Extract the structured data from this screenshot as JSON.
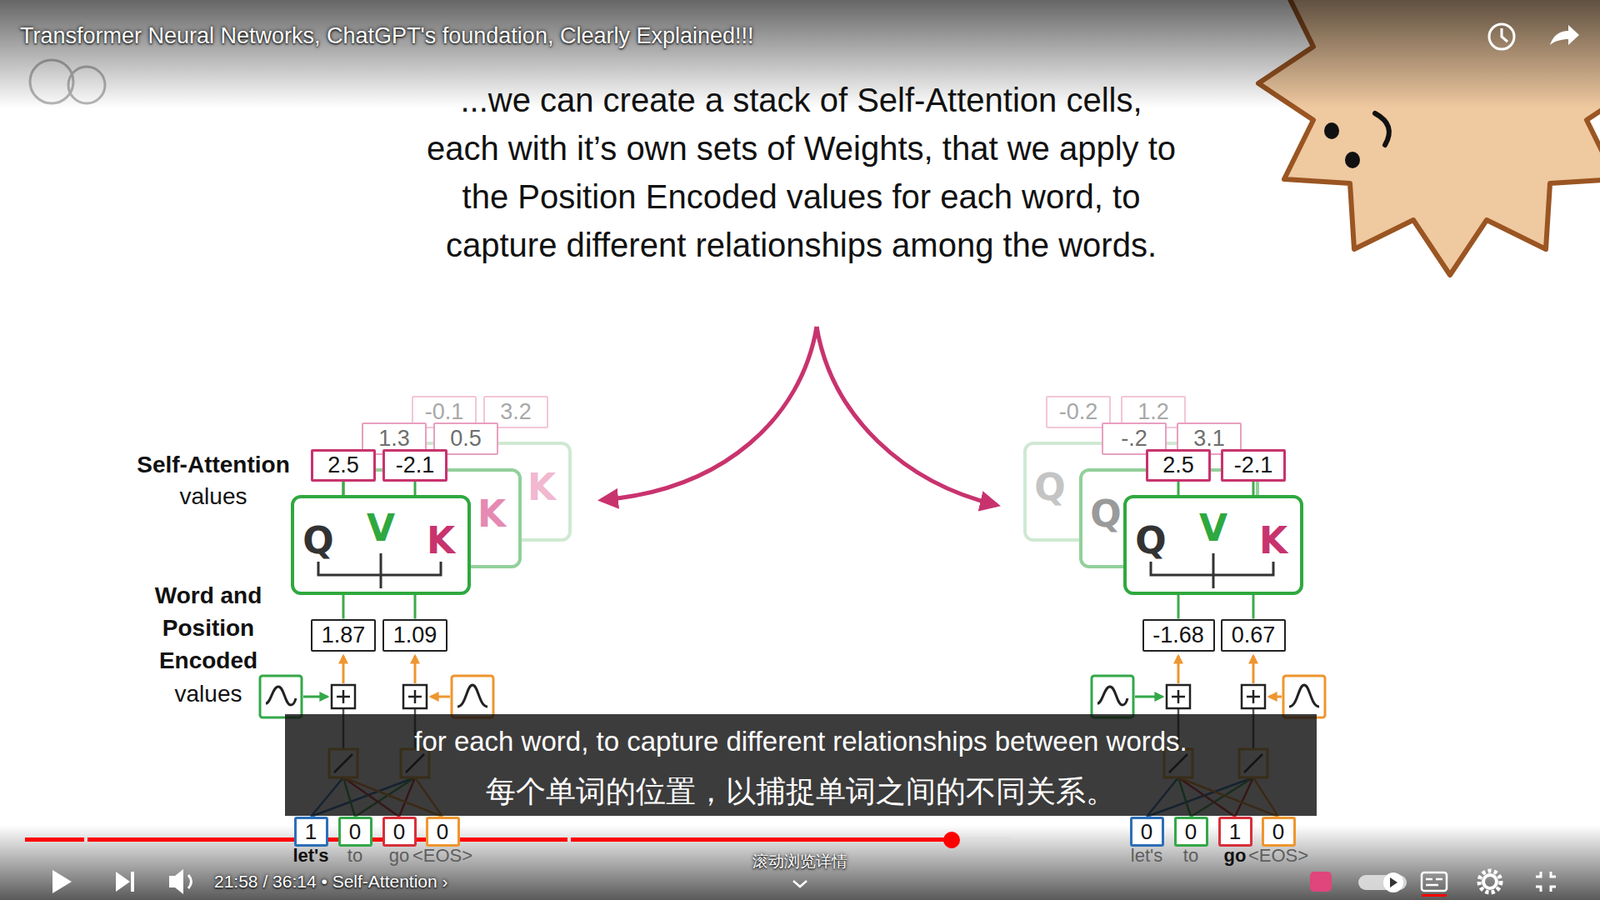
{
  "diagram": {
    "title": "...we can create a stack of Self-Attention cells, each with it’s own sets of Weights, that we apply to the Position Encoded values for each word, to capture different relationships among the words.",
    "nodes": [
      {
        "text": [
          "K"
        ]
      },
      {
        "text": [
          "K"
        ]
      },
      {
        "text": [
          "Q",
          "V",
          "K"
        ]
      },
      {
        "text": [
          "-0.1"
        ]
      },
      {
        "text": [
          "3.2"
        ]
      },
      {
        "text": [
          "1.3"
        ]
      },
      {
        "text": [
          "0.5"
        ]
      },
      {
        "text": [
          "2.5"
        ]
      },
      {
        "text": [
          "-2.1"
        ]
      },
      {
        "text": [
          "1.87"
        ]
      },
      {
        "text": [
          "1.09"
        ]
      },
      {
        "text": [
          "1"
        ]
      },
      {
        "text": [
          "0"
        ]
      },
      {
        "text": [
          "0"
        ]
      },
      {
        "text": [
          "0"
        ]
      },
      {
        "text": [
          "Q"
        ]
      },
      {
        "text": [
          "Q"
        ]
      },
      {
        "text": [
          "Q",
          "V",
          "K"
        ]
      },
      {
        "text": [
          "-0.2"
        ]
      },
      {
        "text": [
          "1.2"
        ]
      },
      {
        "text": [
          "-.2"
        ]
      },
      {
        "text": [
          "3.1"
        ]
      },
      {
        "text": [
          "2.5"
        ]
      },
      {
        "text": [
          "-2.1"
        ]
      },
      {
        "text": [
          "-1.68"
        ]
      },
      {
        "text": [
          "0.67"
        ]
      },
      {
        "text": [
          "0"
        ]
      },
      {
        "text": [
          "0"
        ]
      },
      {
        "text": [
          "1"
        ]
      },
      {
        "text": [
          "0"
        ]
      }
    ],
    "edges": [
      {
        "from": 9,
        "to": 2,
        "arrow": "none"
      },
      {
        "from": 10,
        "to": 2,
        "arrow": "none"
      },
      {
        "from": 2,
        "to": 7,
        "arrow": "none"
      },
      {
        "from": 2,
        "to": 8,
        "arrow": "none"
      },
      {
        "from": 24,
        "to": 17,
        "arrow": "none"
      },
      {
        "from": 25,
        "to": 17,
        "arrow": "none"
      },
      {
        "from": 17,
        "to": 22,
        "arrow": "none"
      },
      {
        "from": 17,
        "to": 23,
        "arrow": "none"
      }
    ],
    "labels": [
      "Self-Attention",
      "values",
      "Word and",
      "Position",
      "Encoded",
      "values",
      "let's",
      "to",
      "go",
      "<EOS>",
      "let's",
      "to",
      "go",
      "<EOS>",
      "for each word, to capture different relationships between words.",
      "每个单词的位置，以捕捉单词之间的不同关系。",
      "Transformer Neural Networks, ChatGPT's foundation, Clearly Explained!!!",
      "21:58 / 36:14 • Self-Attention ›",
      "滚动浏览详情"
    ]
  }
}
